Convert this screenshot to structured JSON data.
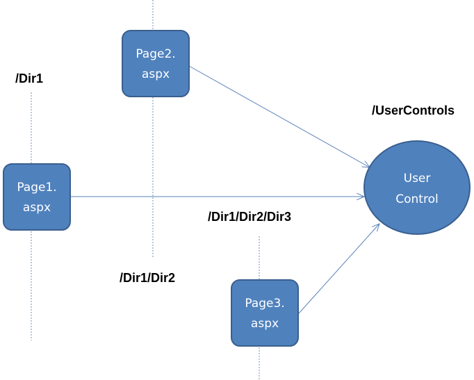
{
  "directories": {
    "dir1": "/Dir1",
    "dir1_dir2": "/Dir1/Dir2",
    "dir1_dir2_dir3": "/Dir1/Dir2/Dir3",
    "user_controls": "/UserControls"
  },
  "nodes": {
    "page1": {
      "line1": "Page1.",
      "line2": "aspx"
    },
    "page2": {
      "line1": "Page2.",
      "line2": "aspx"
    },
    "page3": {
      "line1": "Page3.",
      "line2": "aspx"
    },
    "user_control": {
      "line1": "User",
      "line2": "Control"
    }
  },
  "edges": [
    {
      "from": "Page1.aspx",
      "to": "User Control"
    },
    {
      "from": "Page2.aspx",
      "to": "User Control"
    },
    {
      "from": "Page3.aspx",
      "to": "User Control"
    }
  ],
  "colors": {
    "node_fill": "#4f81bd",
    "node_stroke": "#3a5f8e",
    "edge": "#5a82b8"
  }
}
